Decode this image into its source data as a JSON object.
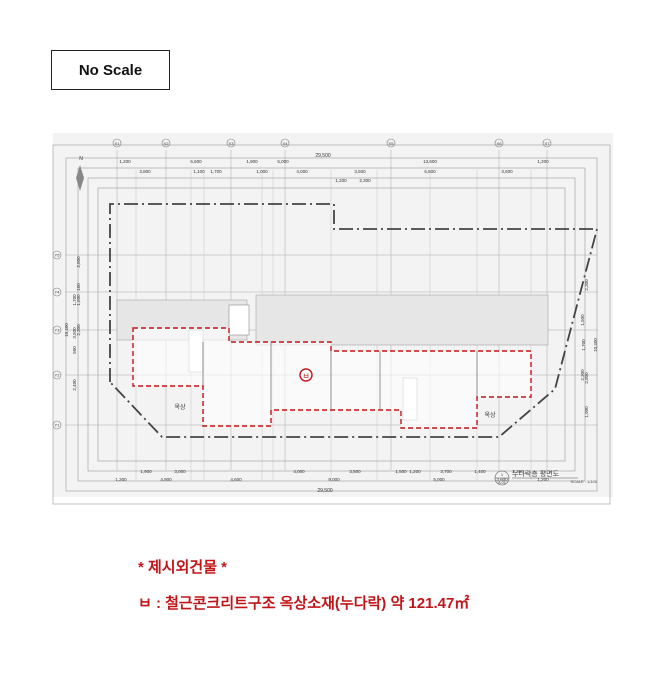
{
  "header": {
    "scale_label": "No Scale"
  },
  "drawing": {
    "title": "누다락층 평면도",
    "scale": "SCALE : 1/100",
    "sheet_number": "1",
    "sheet_ref": "A 01",
    "room_marker": "ㅂ",
    "rooftop_label": "옥상",
    "grid_x": [
      "X1",
      "X2",
      "X3",
      "X4",
      "X5",
      "X6",
      "X7"
    ],
    "grid_y": [
      "Y5",
      "Y4",
      "Y3",
      "Y2",
      "Y1"
    ],
    "dims_top_total": "29,500",
    "dims_top_row1": [
      "1,200",
      "6,600",
      "1,900",
      "5,000",
      "13,600",
      "1,200"
    ],
    "dims_top_row2": [
      "3,800",
      "1,100",
      "1,700",
      "1,000",
      "4,000",
      "3,500",
      "6,500",
      "3,600"
    ],
    "dims_top_row3": [
      "1,200",
      "2,300"
    ],
    "dims_bottom_row1": [
      "1,900",
      "3,000",
      "4,000",
      "3,500",
      "1,500",
      "1,200",
      "3,700",
      "1,400",
      "2,200"
    ],
    "dims_bottom_row2": [
      "1,200",
      "4,900",
      "4,600",
      "9,000",
      "5,000",
      "3,600",
      "1,200"
    ],
    "dims_bottom_total": "29,500",
    "dims_left": [
      "2,800",
      "1,700",
      "1,600",
      "100",
      "3,500",
      "2,300",
      "500",
      "2,400",
      "10,400"
    ],
    "dims_right": [
      "2,300",
      "1,500",
      "1,700",
      "2,300",
      "2,800",
      "1,900",
      "10,400"
    ]
  },
  "notes": {
    "heading": "* 제시외건물 *",
    "detail": "ㅂ : 철근콘크리트구조 옥상소재(누다락) 약 121.47㎡"
  },
  "colors": {
    "accent": "#c0161a"
  }
}
